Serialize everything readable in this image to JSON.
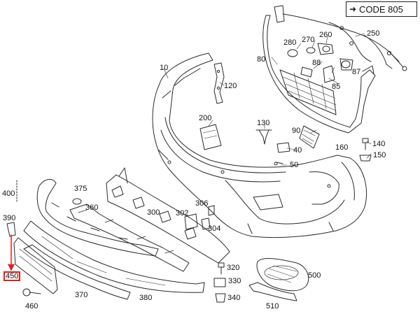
{
  "code_label": "CODE 805",
  "highlight_color": "#e0201f",
  "labels": {
    "p10": "10",
    "p80": "80",
    "p85": "85",
    "p87": "87",
    "p88": "88",
    "p90": "90",
    "p120": "120",
    "p130": "130",
    "p140": "140",
    "p150": "150",
    "p160": "160",
    "p200": "200",
    "p250": "250",
    "p260": "260",
    "p270": "270",
    "p280": "280",
    "p300": "300",
    "p302": "302",
    "p304": "304",
    "p306": "306",
    "p320": "320",
    "p330": "330",
    "p340": "340",
    "p360": "360",
    "p370": "370",
    "p375": "375",
    "p380": "380",
    "p390": "390",
    "p400": "400",
    "p40": "40",
    "p450": "450",
    "p460": "460",
    "p50": "50",
    "p500": "500",
    "p510": "510"
  }
}
